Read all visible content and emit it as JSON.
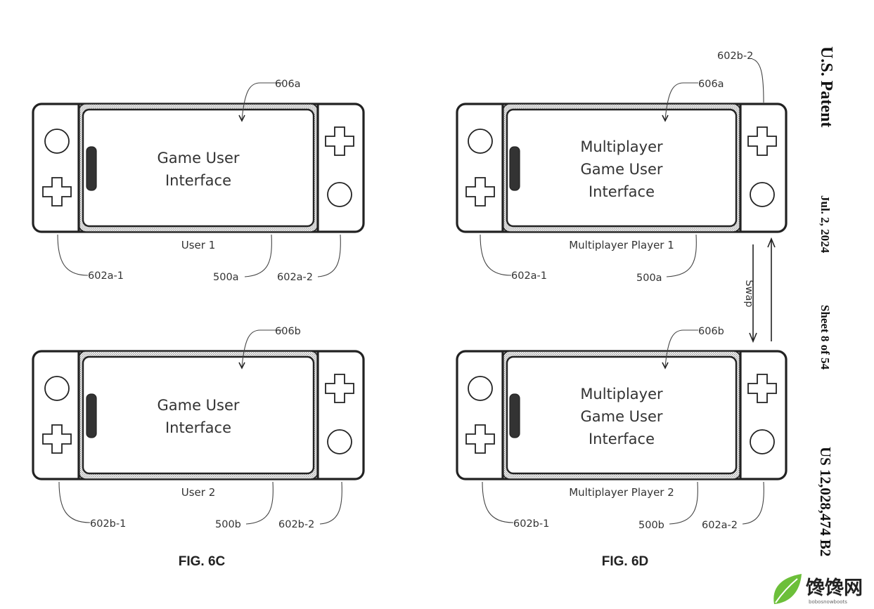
{
  "header": {
    "publisher": "U.S. Patent",
    "date": "Jul. 2, 2024",
    "sheet": "Sheet 8 of 54",
    "number": "US 12,028,474 B2"
  },
  "figures": [
    {
      "label": "FIG. 6C",
      "devices": [
        {
          "screen_lines": [
            "Game User",
            "Interface"
          ],
          "caption": "User 1",
          "refs": {
            "display": "606a",
            "left": "602a-1",
            "device": "500a",
            "right": "602a-2"
          }
        },
        {
          "screen_lines": [
            "Game User",
            "Interface"
          ],
          "caption": "User 2",
          "refs": {
            "display": "606b",
            "left": "602b-1",
            "device": "500b",
            "right": "602b-2"
          }
        }
      ]
    },
    {
      "label": "FIG. 6D",
      "swap_label": "Swap",
      "top_right_ref": "602b-2",
      "devices": [
        {
          "screen_lines": [
            "Multiplayer",
            "Game User",
            "Interface"
          ],
          "caption": "Multiplayer Player 1",
          "refs": {
            "display": "606a",
            "left": "602a-1",
            "device": "500a"
          }
        },
        {
          "screen_lines": [
            "Multiplayer",
            "Game User",
            "Interface"
          ],
          "caption": "Multiplayer Player 2",
          "refs": {
            "display": "606b",
            "left": "602b-1",
            "device": "500b",
            "right": "602a-2"
          }
        }
      ]
    }
  ],
  "watermark": {
    "text": "馋馋网",
    "subtext": "bobosnowboots"
  },
  "icons": [
    "button-circle-icon",
    "dpad-cross-icon",
    "leaf-logo-icon"
  ]
}
